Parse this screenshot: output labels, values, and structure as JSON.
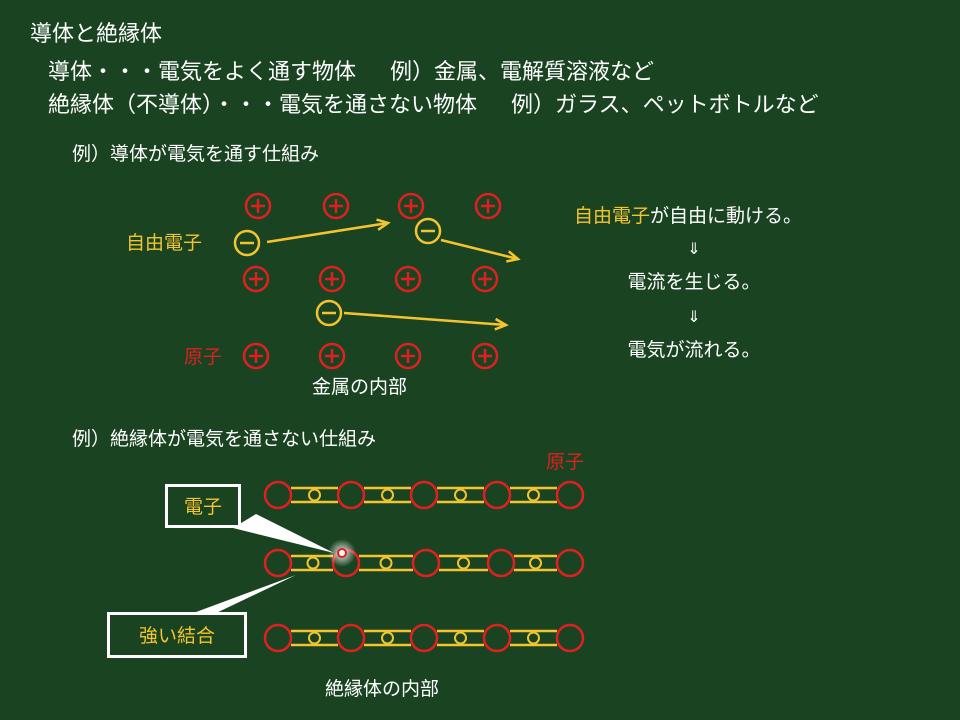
{
  "heading": "導体と絶縁体",
  "line_conductor": {
    "term": "導体・・・電気をよく通す物体",
    "example": "例）金属、電解質溶液など"
  },
  "line_insulator": {
    "term": "絶縁体（不導体）・・・電気を通さない物体",
    "example": "例）ガラス、ペットボトルなど"
  },
  "conductor_section": {
    "title": "例）導体が電気を通す仕組み",
    "free_electron_label": "自由電子",
    "atom_label": "原子",
    "caption": "金属の内部",
    "explanation": {
      "term": "自由電子",
      "line1_rest": "が自由に動ける。",
      "arrow1": "⇓",
      "line2": "電流を生じる。",
      "arrow2": "⇓",
      "line3": "電気が流れる。"
    },
    "plus_symbol": "+",
    "minus_symbol": "−"
  },
  "insulator_section": {
    "title": "例）絶縁体が電気を通さない仕組み",
    "atom_label": "原子",
    "electron_callout": "電子",
    "bond_callout": "強い結合",
    "caption": "絶縁体の内部"
  },
  "colors": {
    "background": "#1a4321",
    "text": "#ffffff",
    "accent_yellow": "#f4c430",
    "accent_red": "#e02020"
  }
}
